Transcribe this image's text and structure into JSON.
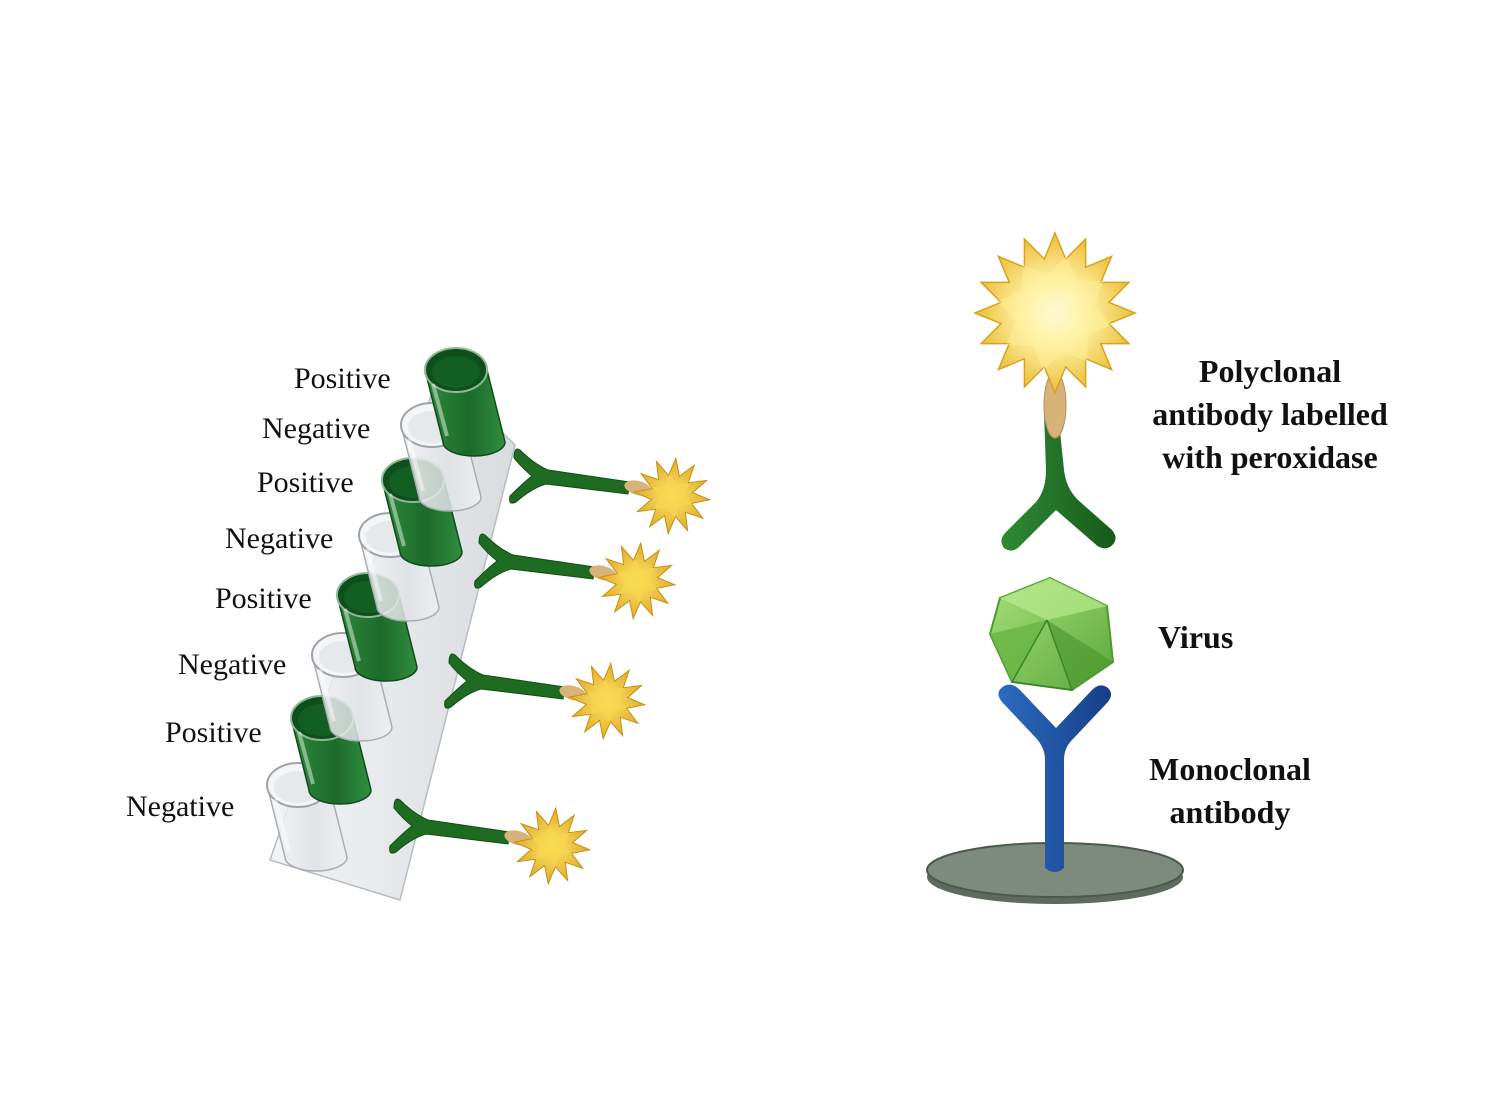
{
  "well_labels": [
    "Positive",
    "Negative",
    "Positive",
    "Negative",
    "Positive",
    "Negative",
    "Positive",
    "Negative"
  ],
  "wells": [
    {
      "result": "Positive"
    },
    {
      "result": "Negative"
    },
    {
      "result": "Positive"
    },
    {
      "result": "Negative"
    },
    {
      "result": "Positive"
    },
    {
      "result": "Negative"
    },
    {
      "result": "Positive"
    },
    {
      "result": "Negative"
    }
  ],
  "labels": {
    "polyclonal": [
      "Polyclonal",
      "antibody labelled",
      "with peroxidase"
    ],
    "virus": "Virus",
    "monoclonal": [
      "Monoclonal",
      "antibody"
    ]
  },
  "colors": {
    "positive_well": "#1f6b2a",
    "negative_well": "#d9dcdf",
    "polyclonal_antibody": "#1e6b22",
    "peroxidase": "#f3c531",
    "virus": "#7ccb4c",
    "monoclonal_antibody": "#1e55a6",
    "plate": "#7d8b7c"
  }
}
